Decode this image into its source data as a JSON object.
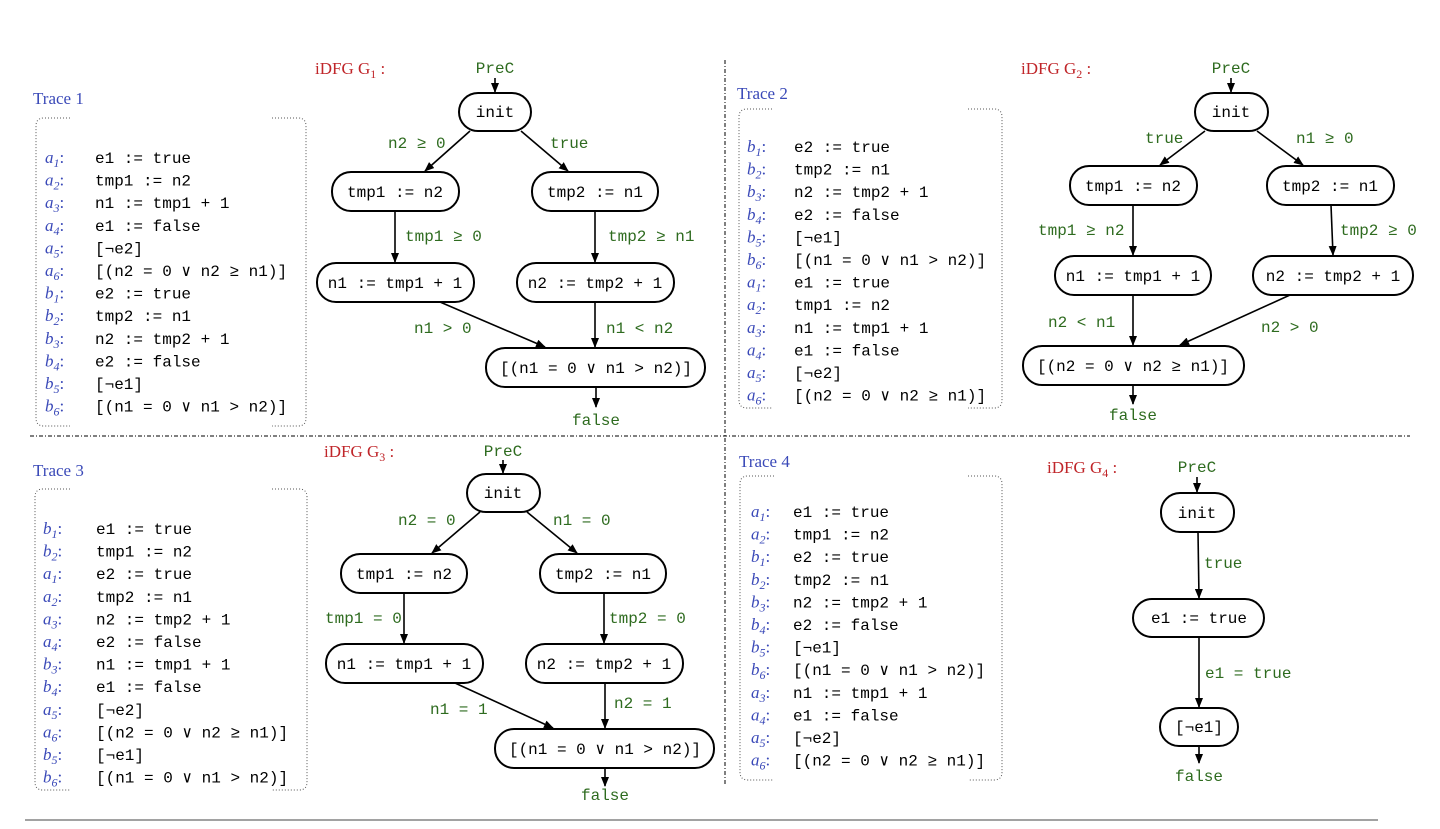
{
  "colors": {
    "trace_label": "#3a49b8",
    "graph_title": "#c0262a",
    "edge_label": "#2e6b1f"
  },
  "panels": [
    {
      "trace_title": "Trace 1",
      "graph_title": "iDFG G",
      "graph_sub": "1",
      "steps": [
        {
          "t": "a",
          "i": "1",
          "s": "e1 := true"
        },
        {
          "t": "a",
          "i": "2",
          "s": "tmp1 := n2"
        },
        {
          "t": "a",
          "i": "3",
          "s": "n1 := tmp1 + 1"
        },
        {
          "t": "a",
          "i": "4",
          "s": "e1 := false"
        },
        {
          "t": "a",
          "i": "5",
          "s": "[¬e2]"
        },
        {
          "t": "a",
          "i": "6",
          "s": "[(n2 = 0 ∨ n2 ≥ n1)]"
        },
        {
          "t": "b",
          "i": "1",
          "s": "e2 := true"
        },
        {
          "t": "b",
          "i": "2",
          "s": "tmp2 := n1"
        },
        {
          "t": "b",
          "i": "3",
          "s": "n2 := tmp2 + 1"
        },
        {
          "t": "b",
          "i": "4",
          "s": "e2 := false"
        },
        {
          "t": "b",
          "i": "5",
          "s": "[¬e1]"
        },
        {
          "t": "b",
          "i": "6",
          "s": "[(n1 = 0 ∨ n1 > n2)]"
        }
      ],
      "nodes": {
        "pre": "PreC",
        "init": "init",
        "l1": "tmp1 := n2",
        "r1": "tmp2 := n1",
        "l2": "n1 := tmp1 + 1",
        "r2": "n2 := tmp2 + 1",
        "join": "[(n1 = 0 ∨ n1 > n2)]",
        "end": "false"
      },
      "edges": {
        "il": "n2 ≥ 0",
        "ir": "true",
        "l12": "tmp1 ≥ 0",
        "r12": "tmp2 ≥ n1",
        "lj": "n1 > 0",
        "rj": "n1 < n2"
      }
    },
    {
      "trace_title": "Trace 2",
      "graph_title": "iDFG G",
      "graph_sub": "2",
      "steps": [
        {
          "t": "b",
          "i": "1",
          "s": "e2 := true"
        },
        {
          "t": "b",
          "i": "2",
          "s": "tmp2 := n1"
        },
        {
          "t": "b",
          "i": "3",
          "s": "n2 := tmp2 + 1"
        },
        {
          "t": "b",
          "i": "4",
          "s": "e2 := false"
        },
        {
          "t": "b",
          "i": "5",
          "s": "[¬e1]"
        },
        {
          "t": "b",
          "i": "6",
          "s": "[(n1 = 0 ∨ n1 > n2)]"
        },
        {
          "t": "a",
          "i": "1",
          "s": "e1 := true"
        },
        {
          "t": "a",
          "i": "2",
          "s": "tmp1 := n2"
        },
        {
          "t": "a",
          "i": "3",
          "s": "n1 := tmp1 + 1"
        },
        {
          "t": "a",
          "i": "4",
          "s": "e1 := false"
        },
        {
          "t": "a",
          "i": "5",
          "s": "[¬e2]"
        },
        {
          "t": "a",
          "i": "6",
          "s": "[(n2 = 0 ∨ n2 ≥ n1)]"
        }
      ],
      "nodes": {
        "pre": "PreC",
        "init": "init",
        "l1": "tmp1 := n2",
        "r1": "tmp2 := n1",
        "l2": "n1 := tmp1 + 1",
        "r2": "n2 := tmp2 + 1",
        "join": "[(n2 = 0 ∨ n2 ≥ n1)]",
        "end": "false"
      },
      "edges": {
        "il": "true",
        "ir": "n1 ≥ 0",
        "l12": "tmp1 ≥ n2",
        "r12": "tmp2 ≥ 0",
        "lj": "n2 < n1",
        "rj": "n2 > 0"
      }
    },
    {
      "trace_title": "Trace 3",
      "graph_title": "iDFG G",
      "graph_sub": "3",
      "steps": [
        {
          "t": "b",
          "i": "1",
          "s": "e1 := true"
        },
        {
          "t": "b",
          "i": "2",
          "s": "tmp1 := n2"
        },
        {
          "t": "a",
          "i": "1",
          "s": "e2 := true"
        },
        {
          "t": "a",
          "i": "2",
          "s": "tmp2 := n1"
        },
        {
          "t": "a",
          "i": "3",
          "s": "n2 := tmp2 + 1"
        },
        {
          "t": "a",
          "i": "4",
          "s": "e2 := false"
        },
        {
          "t": "b",
          "i": "3",
          "s": "n1 := tmp1 + 1"
        },
        {
          "t": "b",
          "i": "4",
          "s": "e1 := false"
        },
        {
          "t": "a",
          "i": "5",
          "s": "[¬e2]"
        },
        {
          "t": "a",
          "i": "6",
          "s": "[(n2 = 0 ∨ n2 ≥ n1)]"
        },
        {
          "t": "b",
          "i": "5",
          "s": "[¬e1]"
        },
        {
          "t": "b",
          "i": "6",
          "s": "[(n1 = 0 ∨ n1 > n2)]"
        }
      ],
      "nodes": {
        "pre": "PreC",
        "init": "init",
        "l1": "tmp1 := n2",
        "r1": "tmp2 := n1",
        "l2": "n1 := tmp1 + 1",
        "r2": "n2 := tmp2 + 1",
        "join": "[(n1 = 0 ∨ n1 > n2)]",
        "end": "false"
      },
      "edges": {
        "il": "n2 = 0",
        "ir": "n1 = 0",
        "l12": "tmp1 = 0",
        "r12": "tmp2 = 0",
        "lj": "n1 = 1",
        "rj": "n2 = 1"
      }
    },
    {
      "trace_title": "Trace 4",
      "graph_title": "iDFG G",
      "graph_sub": "4",
      "steps": [
        {
          "t": "a",
          "i": "1",
          "s": "e1 := true"
        },
        {
          "t": "a",
          "i": "2",
          "s": "tmp1 := n2"
        },
        {
          "t": "b",
          "i": "1",
          "s": "e2 := true"
        },
        {
          "t": "b",
          "i": "2",
          "s": "tmp2 := n1"
        },
        {
          "t": "b",
          "i": "3",
          "s": "n2 := tmp2 + 1"
        },
        {
          "t": "b",
          "i": "4",
          "s": "e2 := false"
        },
        {
          "t": "b",
          "i": "5",
          "s": "[¬e1]"
        },
        {
          "t": "b",
          "i": "6",
          "s": "[(n1 = 0 ∨ n1 > n2)]"
        },
        {
          "t": "a",
          "i": "3",
          "s": "n1 := tmp1 + 1"
        },
        {
          "t": "a",
          "i": "4",
          "s": "e1 := false"
        },
        {
          "t": "a",
          "i": "5",
          "s": "[¬e2]"
        },
        {
          "t": "a",
          "i": "6",
          "s": "[(n2 = 0 ∨ n2 ≥ n1)]"
        }
      ],
      "nodes": {
        "pre": "PreC",
        "init": "init",
        "n1": "e1 := true",
        "n2": "[¬e1]",
        "end": "false"
      },
      "edges": {
        "e1": "true",
        "e2": "e1 = true"
      }
    }
  ]
}
